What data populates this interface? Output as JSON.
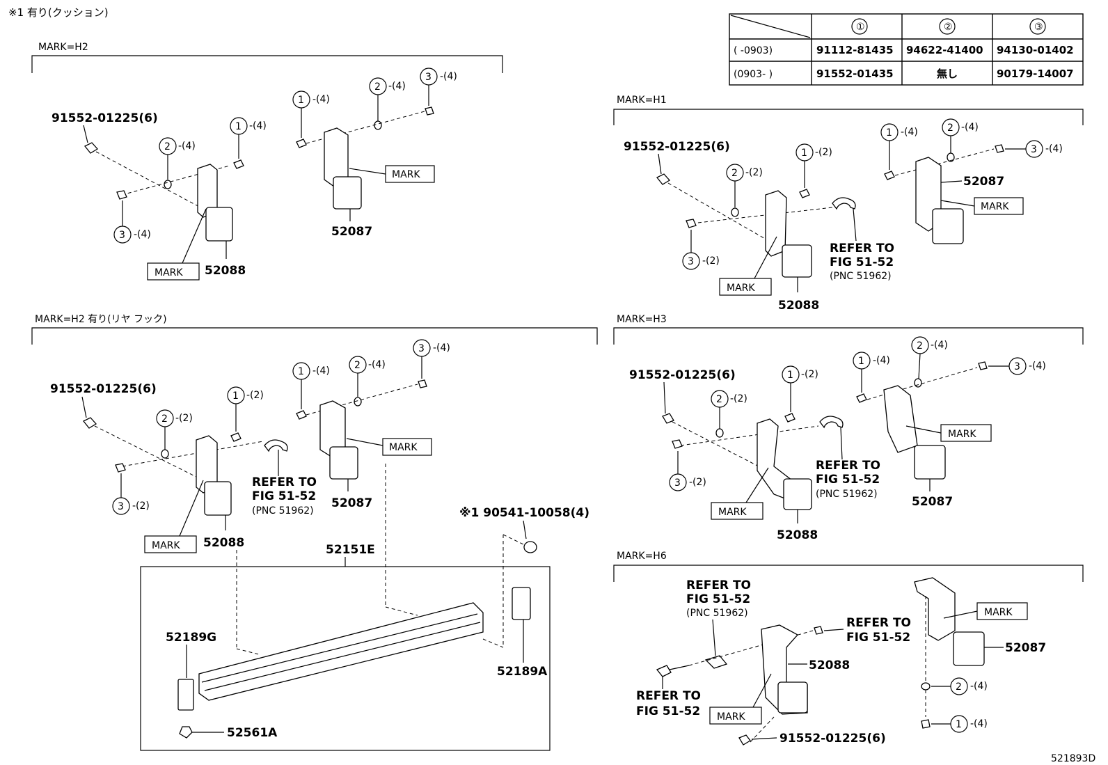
{
  "note": "※1 有り(クッション)",
  "diagram_id": "521893D",
  "table": {
    "headers": [
      "①",
      "②",
      "③"
    ],
    "rows": [
      {
        "range": "(      -0903)",
        "c1": "91112-81435",
        "c2": "94622-41400",
        "c3": "94130-01402"
      },
      {
        "range": "(0903-      )",
        "c1": "91552-01435",
        "c2": "無し",
        "c3": "90179-14007"
      }
    ]
  },
  "sections": {
    "h2": "MARK=H2",
    "h1": "MARK=H1",
    "h2_hook": "MARK=H2 有り(リヤ フック)",
    "h3": "MARK=H3",
    "h6": "MARK=H6"
  },
  "labels": {
    "mark": "MARK",
    "bolt_kit": "91552-01225(6)",
    "p52087": "52087",
    "p52088": "52088",
    "p52151E": "52151E",
    "p52189G": "52189G",
    "p52189A": "52189A",
    "p52561A": "52561A",
    "cushion": "※1 90541-10058(4)",
    "refer1": "REFER TO",
    "refer2": "FIG 51-52",
    "pnc": "(PNC 51962)",
    "q4": "-(4)",
    "q2": "-(2)",
    "c1": "1",
    "c2": "2",
    "c3": "3"
  }
}
